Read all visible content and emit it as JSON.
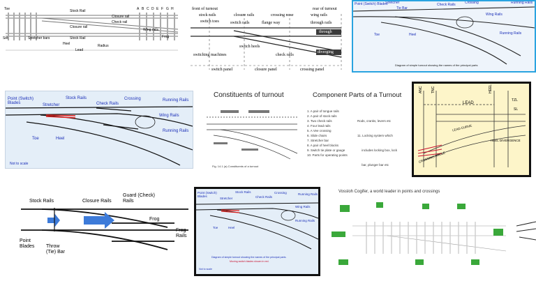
{
  "tile1": {
    "labels": [
      "Toe",
      "Stock Rail",
      "Closure rail",
      "Check rail",
      "Stock Rail",
      "Heel",
      "Stretcher bars",
      "Set",
      "Lead",
      "Radius",
      "Closure rail",
      "Wing rails",
      "Frog",
      "A",
      "B",
      "C",
      "D",
      "E",
      "F",
      "G",
      "H"
    ]
  },
  "tile2": {
    "front": "front of turnout",
    "stock_rails": "stock rails",
    "switch_toes": "switch toes",
    "closure_rails": "closure rails",
    "switch_rails": "switch rails",
    "crossing_nose": "crossing nose",
    "flange_way": "flange way",
    "rear": "rear of turnout",
    "wing_rails": "wing rails",
    "through_rails": "through rails",
    "through": "through",
    "switch_heels": "switch heels",
    "check_rails": "check rails",
    "diverging": "diverging",
    "machines": "switching machines",
    "panel1": "switch panel",
    "panel2": "closure panel",
    "panel3": "crossing panel"
  },
  "tile3": {
    "point": "Point (Switch) Blades",
    "stretcher": "Stretcher",
    "tie_bar": "Tie Bar",
    "check": "Check Rails",
    "crossing": "Crossing",
    "running_top": "Running Rails",
    "wing": "Wing Rails",
    "toe": "Toe",
    "heel": "Heel",
    "running": "Running Rails",
    "caption": "Diagram of simple turnout showing the names of the principal parts"
  },
  "tile4": {
    "point": "Point (Switch) Blades",
    "stretcher": "Stretcher",
    "stock": "Stock Rails",
    "check": "Check Rails",
    "crossing": "Crossing",
    "running_top": "Running Rails",
    "wing": "Wing Rails",
    "running": "Running Rails",
    "toe": "Toe",
    "heel": "Heel",
    "note": "Not to scale"
  },
  "tile5": {
    "title": "Constituents of turnout",
    "caption": "Fig. 14.1 (a)   Constituents of a turnout"
  },
  "tile6": {
    "title": "Component Parts of a Turnout",
    "list_left": [
      "1.  A pair of tongue rails",
      "2.  A pair of stock rails",
      "3.  Two check rails",
      "4.  Four lead rails",
      "5.  A Vee crossing",
      "6.  Slide chairs",
      "7.  Stretcher bar",
      "8.  A pair of heel blocks",
      "9.  Switch tie plate or gauge",
      "10. Parts for operating points"
    ],
    "list_right": [
      "Rods, cranks, levers etc",
      "11. Locking system which",
      "     includes locking box, lock",
      "     bar, plunger bar etc"
    ]
  },
  "tile7": {
    "anc": "ANC",
    "tnc": "TNC",
    "lead": "LEAD",
    "heel": "HEEL",
    "tzl": "TZL",
    "sl": "SL",
    "lead_curve": "LEAD CURVE",
    "heel_div": "HEEL DIVERGENCE",
    "crossing_angle": "CROSSING ANGLE"
  },
  "tile8": {
    "stock": "Stock Rails",
    "closure": "Closure Rails",
    "guard": "Guard (Check) Rails",
    "frog": "Frog",
    "frog_rails": "Frog Rails",
    "point": "Point Blades",
    "throw": "Throw (Tie) Bar"
  },
  "tile9": {
    "point": "Point (Switch) Blades",
    "stretcher": "Stretcher",
    "stock": "Stock Rails",
    "check": "Check Rails",
    "crossing": "Crossing",
    "running_top": "Running Rails",
    "wing": "Wing Rails",
    "running": "Running Rails",
    "toe": "Toe",
    "heel": "Heel",
    "caption1": "Diagram of simple turnout showing the names of the principal parts.",
    "caption2": "Moving switch blades shown in red.",
    "note": "Not to scale"
  },
  "tile10": {
    "title": "Vossloh Cogifer, a world leader in points and crossings"
  }
}
